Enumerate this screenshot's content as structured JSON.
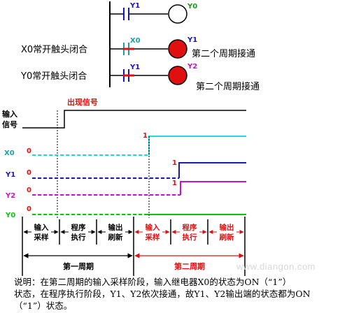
{
  "ladder": {
    "rungs": [
      {
        "contact": "Y1",
        "coil": "Y0",
        "condition": "",
        "result": "",
        "contact_color": "#1515c8",
        "coil_fill": "#ffffff",
        "label_color": "#1a9a1a"
      },
      {
        "contact": "X0",
        "coil": "Y1",
        "condition": "X0常开触头闭合",
        "result": "第二个周期接通",
        "contact_color": "#1aa0a8",
        "coil_fill": "#e01010",
        "label_color": "#1515c8"
      },
      {
        "contact": "Y1",
        "coil": "Y2",
        "condition": "Y0常开触头闭合",
        "result": "第二个周期接通",
        "contact_color": "#1515c8",
        "coil_fill": "#e01010",
        "label_color": "#c015c0"
      }
    ]
  },
  "timing": {
    "signal_appears": "出现信号",
    "input_label": [
      "输入",
      "信号"
    ],
    "signals": [
      {
        "name": "X0",
        "low": "0",
        "high": "1",
        "color": "#2ad6d6"
      },
      {
        "name": "Y1",
        "low": "0",
        "high": "1",
        "color": "#1a1ab0"
      },
      {
        "name": "Y2",
        "low": "0",
        "high": "1",
        "color": "#c018c8"
      },
      {
        "name": "Y0",
        "low": "0",
        "high": "",
        "color": "#12c012"
      }
    ],
    "phases_cycle1": [
      [
        "输入",
        "采样"
      ],
      [
        "程序",
        "执行"
      ],
      [
        "输出",
        "刷新"
      ]
    ],
    "phases_cycle2": [
      [
        "输入",
        "采样"
      ],
      [
        "程序",
        "执行"
      ],
      [
        "输出",
        "刷新"
      ]
    ],
    "cycle1_label": "第一周期",
    "cycle2_label": "第二周期",
    "accent_red": "#e01010"
  },
  "note": {
    "lines": [
      "说明：在第二周期的输入采样阶段，输入继电器X0的状态为ON（“1”）",
      "状态，在程序执行阶段，Y1、Y2依次接通，故Y1、Y2输出端的状态都为ON",
      "（“1”）状态。"
    ]
  },
  "watermark": "www.diangon.com"
}
